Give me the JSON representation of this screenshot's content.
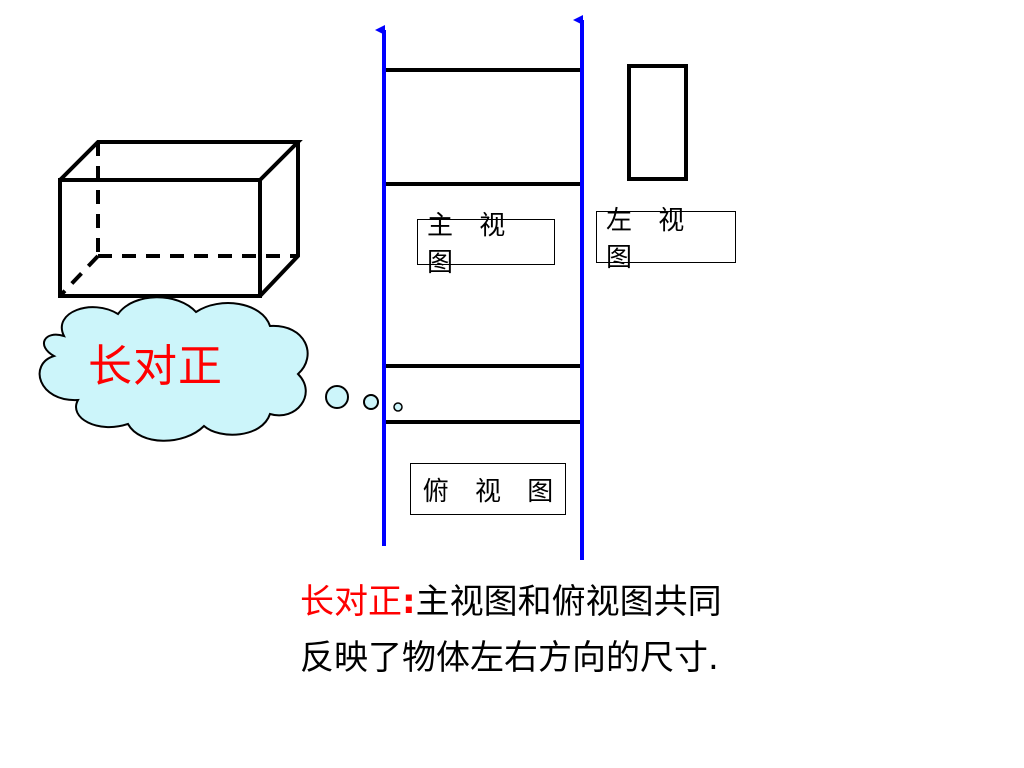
{
  "views": {
    "front_view_label": "主 视 图",
    "side_view_label": "左 视 图",
    "top_view_label": "俯 视 图"
  },
  "callout": {
    "text": "长对正"
  },
  "caption": {
    "highlight": "长对正",
    "colon": ":",
    "line1_rest": "主视图和俯视图共同",
    "line2": "反映了物体左右方向的尺寸."
  },
  "colors": {
    "guide_line": "#0000ff",
    "highlight_text": "#ff0000",
    "cloud_fill": "#ccf5fa",
    "outline": "#000000"
  }
}
